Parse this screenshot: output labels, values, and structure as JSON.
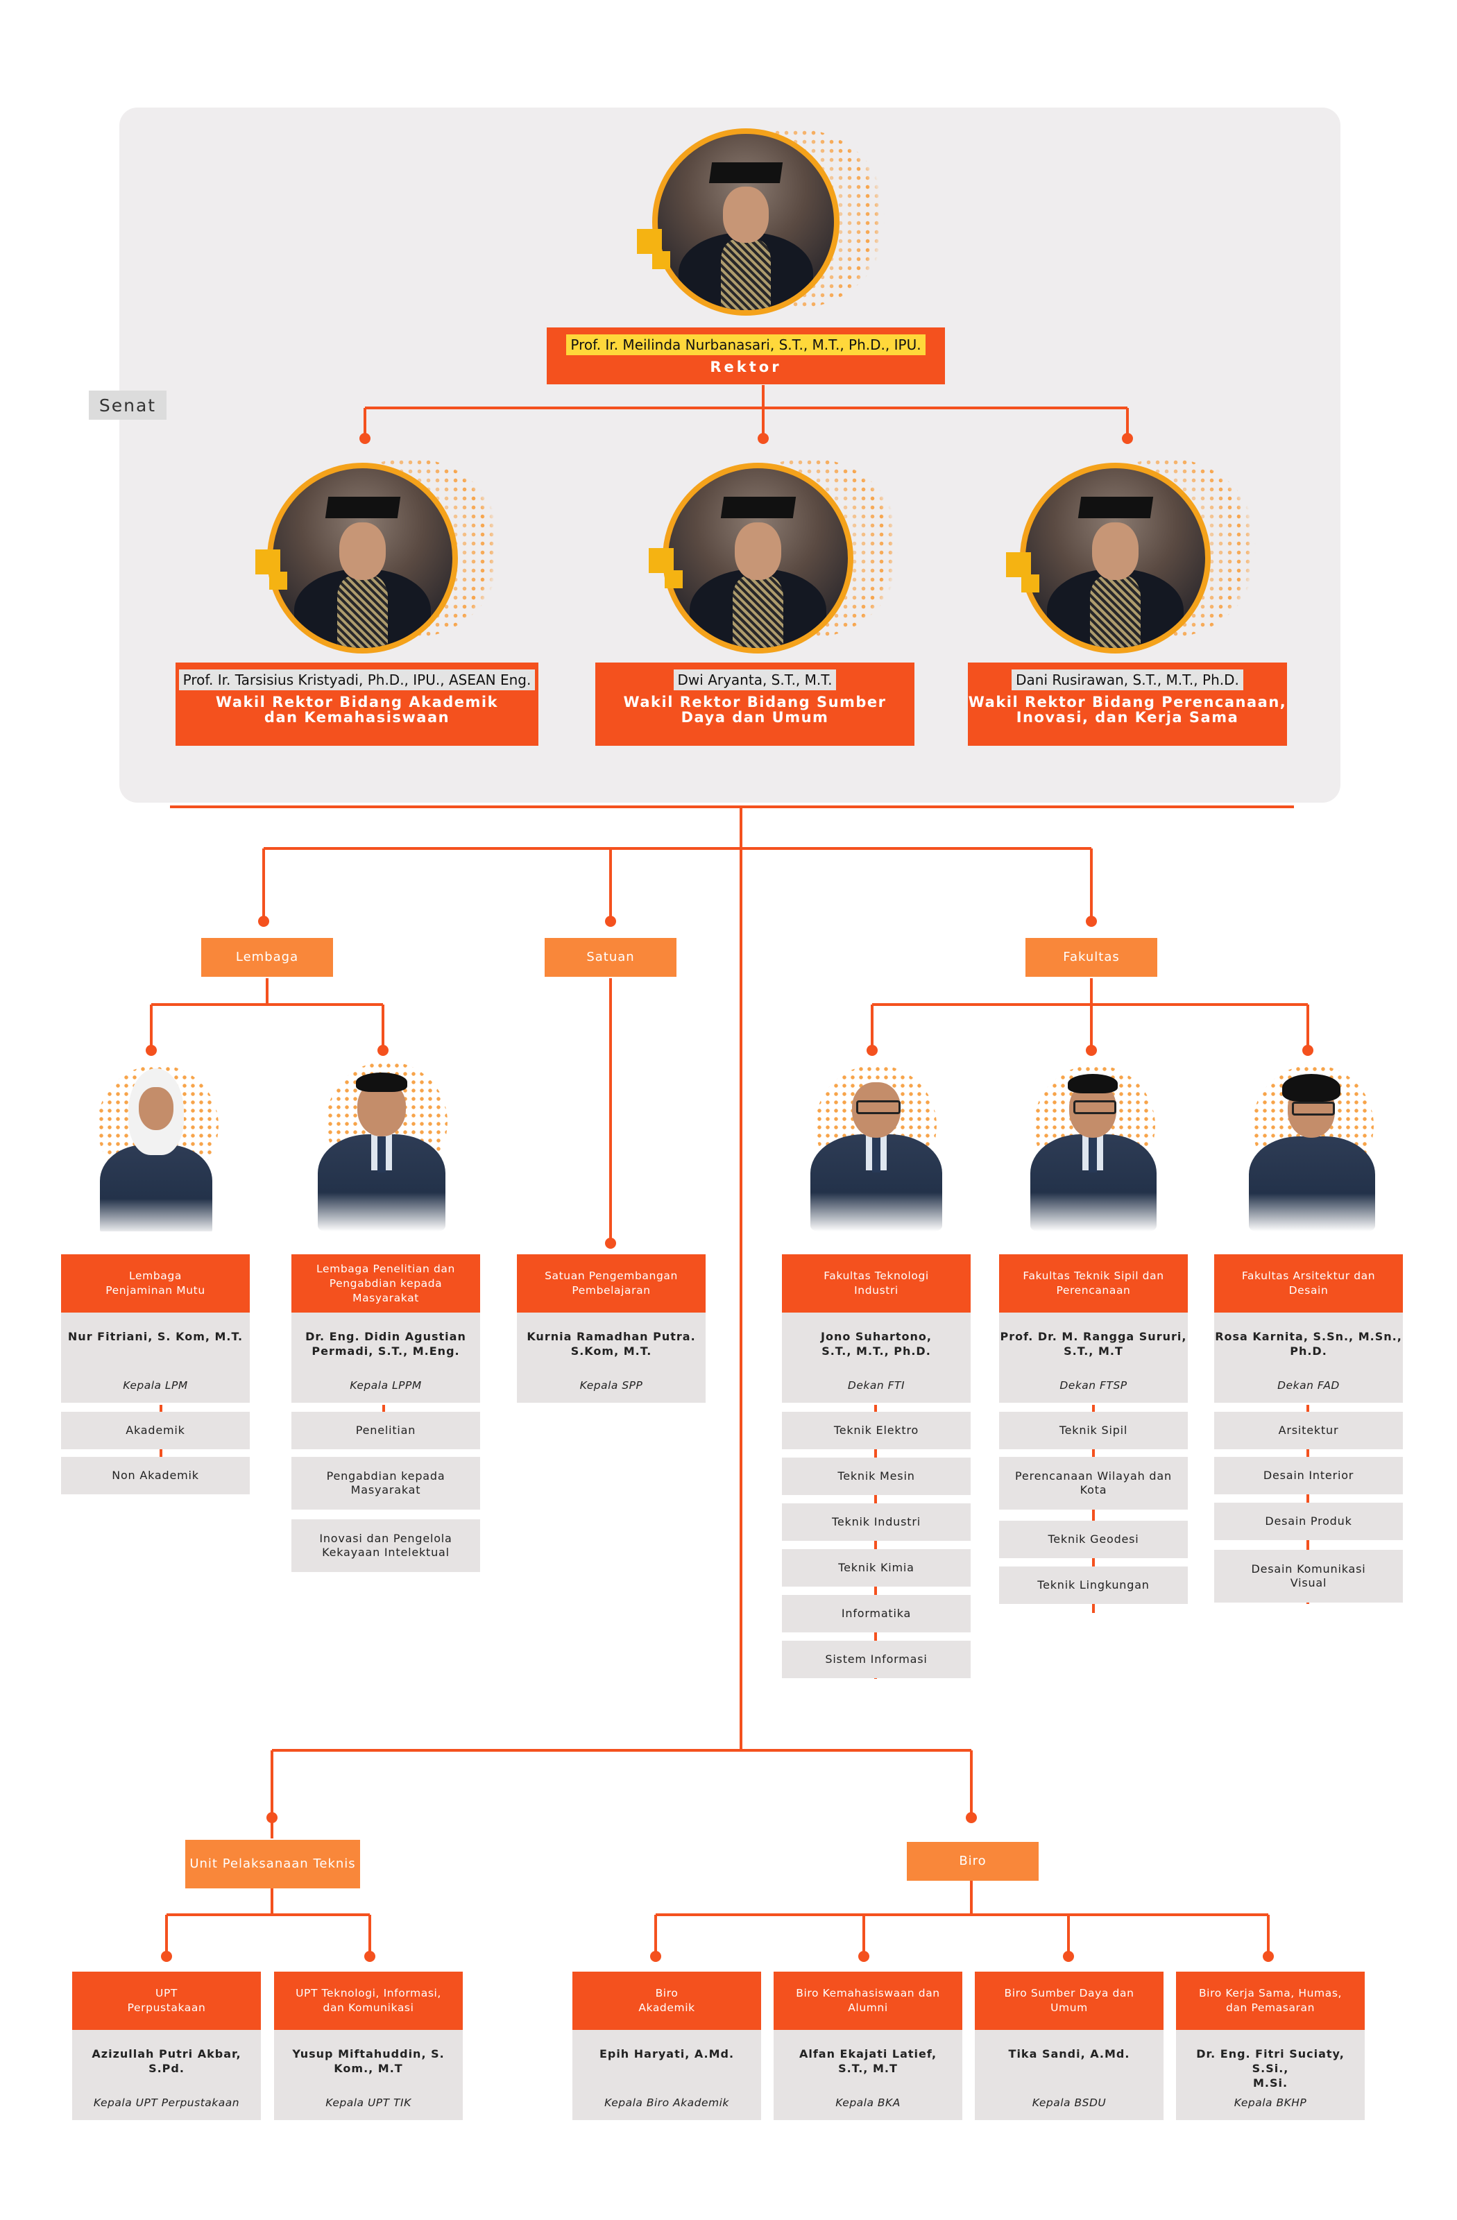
{
  "senat_label": "Senat",
  "rektor": {
    "name": "Prof. Ir. Meilinda Nurbanasari, S.T., M.T., Ph.D., IPU.",
    "role": "Rektor"
  },
  "wakil": [
    {
      "name": "Prof. Ir. Tarsisius Kristyadi, Ph.D., IPU., ASEAN Eng.",
      "role": "Wakil Rektor Bidang Akademik\ndan Kemahasiswaan"
    },
    {
      "name": "Dwi Aryanta, S.T., M.T.",
      "role": "Wakil Rektor Bidang Sumber\nDaya dan Umum"
    },
    {
      "name": "Dani Rusirawan, S.T., M.T., Ph.D.",
      "role": "Wakil Rektor Bidang Perencanaan,\nInovasi, dan Kerja Sama"
    }
  ],
  "categories": {
    "lembaga": "Lembaga",
    "satuan": "Satuan",
    "fakultas": "Fakultas",
    "upt": "Unit Pelaksanaan\nTeknis",
    "biro": "Biro"
  },
  "units": [
    {
      "head": "Lembaga\nPenjaminan Mutu",
      "name": "Nur Fitriani, S. Kom, M.T.",
      "title": "Kepala LPM",
      "items": [
        "Akademik",
        "Non Akademik"
      ]
    },
    {
      "head": "Lembaga Penelitian dan\nPengabdian kepada\nMasyarakat",
      "name": "Dr. Eng. Didin Agustian\nPermadi, S.T., M.Eng.",
      "title": "Kepala LPPM",
      "items": [
        "Penelitian",
        "Pengabdian kepada\nMasyarakat",
        "Inovasi dan Pengelola\nKekayaan Intelektual"
      ]
    },
    {
      "head": "Satuan Pengembangan\nPembelajaran",
      "name": "Kurnia Ramadhan Putra.\nS.Kom, M.T.",
      "title": "Kepala SPP",
      "items": []
    },
    {
      "head": "Fakultas Teknologi\nIndustri",
      "name": "Jono Suhartono,\nS.T., M.T., Ph.D.",
      "title": "Dekan FTI",
      "items": [
        "Teknik Elektro",
        "Teknik Mesin",
        "Teknik Industri",
        "Teknik Kimia",
        "Informatika",
        "Sistem Informasi"
      ]
    },
    {
      "head": "Fakultas Teknik Sipil dan\nPerencanaan",
      "name": "Prof. Dr. M. Rangga Sururi,\nS.T., M.T",
      "title": "Dekan FTSP",
      "items": [
        "Teknik Sipil",
        "Perencanaan Wilayah dan\nKota",
        "Teknik Geodesi",
        "Teknik Lingkungan"
      ]
    },
    {
      "head": "Fakultas Arsitektur dan\nDesain",
      "name": "Rosa Karnita, S.Sn., M.Sn.,\nPh.D.",
      "title": "Dekan FAD",
      "items": [
        "Arsitektur",
        "Desain Interior",
        "Desain Produk",
        "Desain Komunikasi\nVisual"
      ]
    }
  ],
  "upt_units": [
    {
      "head": "UPT\nPerpustakaan",
      "name": "Azizullah Putri Akbar,\nS.Pd.",
      "title": "Kepala UPT Perpustakaan"
    },
    {
      "head": "UPT Teknologi, Informasi,\ndan Komunikasi",
      "name": "Yusup Miftahuddin, S.\nKom., M.T",
      "title": "Kepala UPT TIK"
    }
  ],
  "biro_units": [
    {
      "head": "Biro\nAkademik",
      "name": "Epih Haryati, A.Md.",
      "title": "Kepala Biro Akademik"
    },
    {
      "head": "Biro Kemahasiswaan dan\nAlumni",
      "name": "Alfan Ekajati Latief,\nS.T., M.T",
      "title": "Kepala BKA"
    },
    {
      "head": "Biro Sumber Daya dan\nUmum",
      "name": "Tika Sandi, A.Md.",
      "title": "Kepala BSDU"
    },
    {
      "head": "Biro Kerja Sama, Humas,\ndan Pemasaran",
      "name": "Dr. Eng. Fitri Suciaty, S.Si.,\nM.Si.",
      "title": "Kepala BKHP"
    }
  ],
  "colors": {
    "accent": "#f4511e",
    "category": "#f9873a",
    "ring": "#f4a21b",
    "card": "#e6e3e3",
    "panel": "#efedee"
  }
}
